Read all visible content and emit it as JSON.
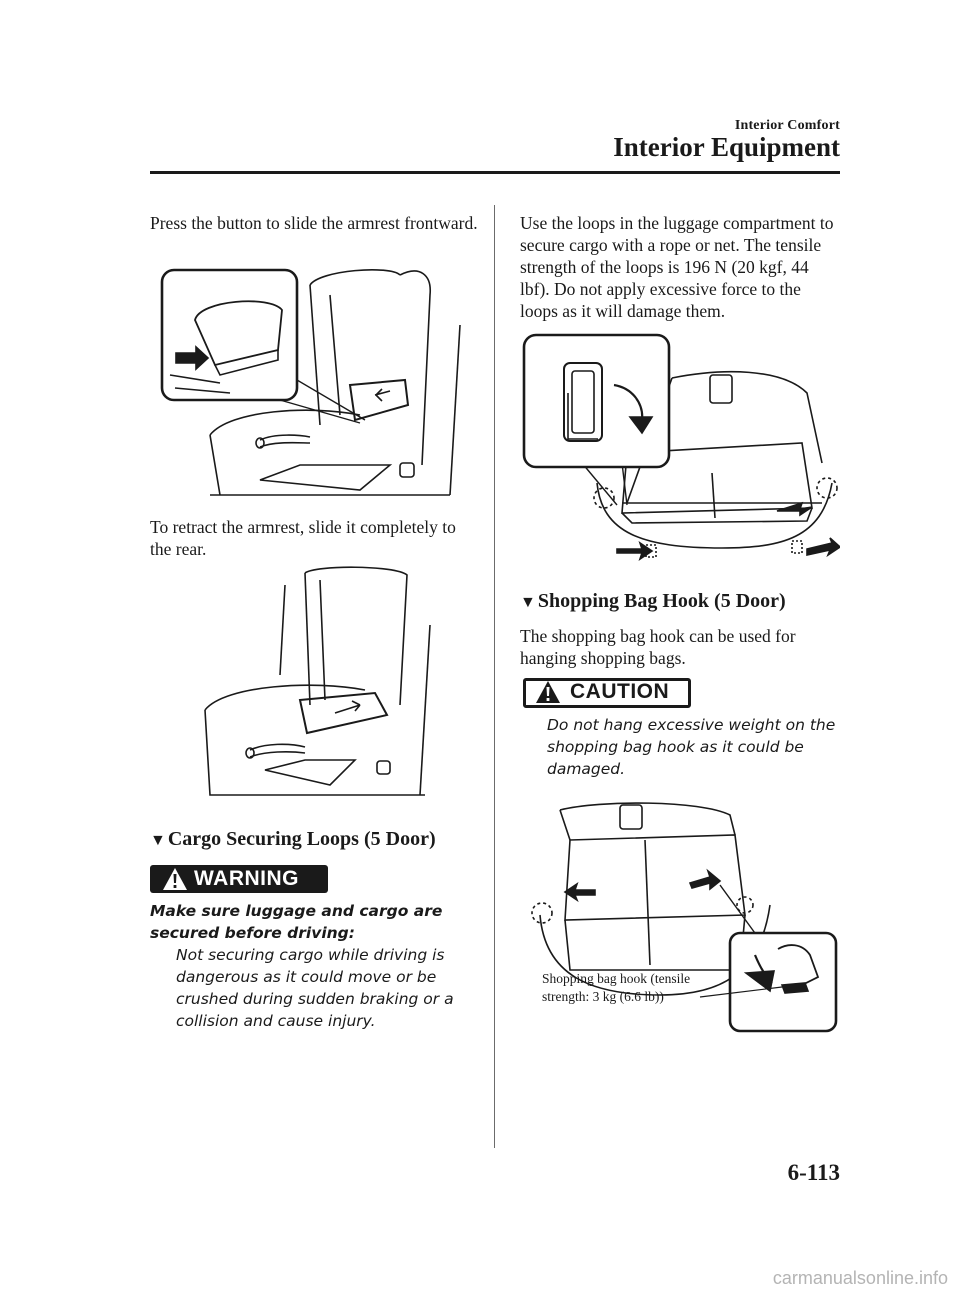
{
  "header": {
    "section": "Interior Comfort",
    "title": "Interior Equipment"
  },
  "left_column": {
    "para_slide_forward": "Press the button to slide the armrest frontward.",
    "para_retract": "To retract the armrest, slide it completely to the rear.",
    "cargo_loops_heading": "Cargo Securing Loops (5 Door)",
    "warning_label": "WARNING",
    "warning_lead": "Make sure luggage and cargo are secured before driving:",
    "warning_text": "Not securing cargo while driving is dangerous as it could move or be crushed during sudden braking or a collision and cause injury."
  },
  "right_column": {
    "para_loops": "Use the loops in the luggage compartment to secure cargo with a rope or net. The tensile strength of the loops is 196 N (20 kgf, 44 lbf). Do not apply excessive force to the loops as it will damage them.",
    "bag_hook_heading": "Shopping Bag Hook (5 Door)",
    "para_bag_hook": "The shopping bag hook can be used for hanging shopping bags.",
    "caution_label": "CAUTION",
    "caution_text": "Do not hang excessive weight on the shopping bag hook as it could be damaged.",
    "hook_caption": "Shopping bag hook (tensile strength: 3 kg (6.6 lb))"
  },
  "footer": {
    "page_number": "6-113",
    "watermark": "carmanualsonline.info"
  },
  "colors": {
    "ink": "#1a1a1a",
    "rule": "#1a1a1a",
    "watermark": "#b4b4b4"
  }
}
